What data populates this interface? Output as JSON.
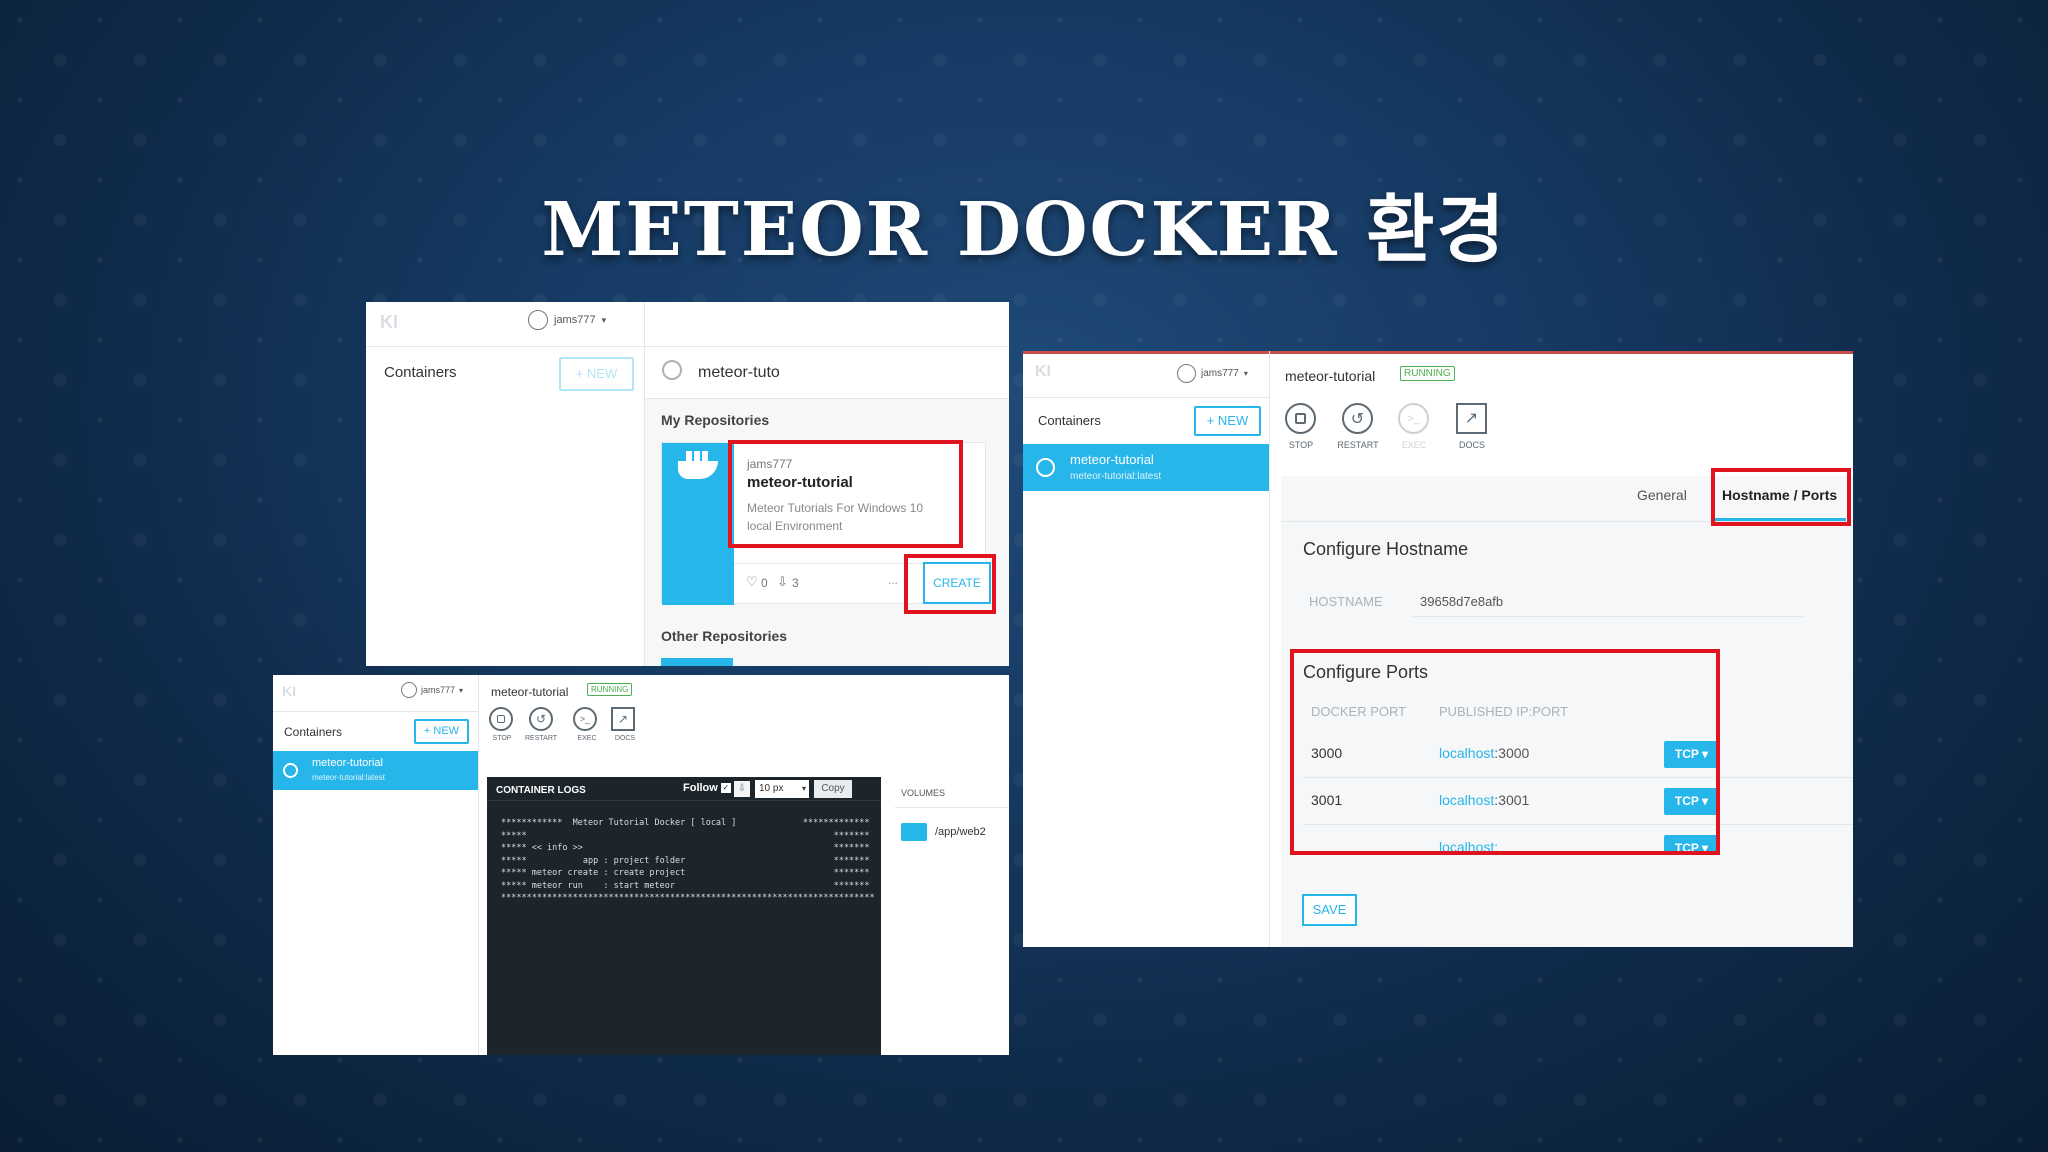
{
  "slide": {
    "title": "METEOR DOCKER 환경"
  },
  "top_left": {
    "logo": "KI",
    "user": "jams777",
    "sidebar_title": "Containers",
    "new_label": "+ NEW",
    "search_value": "meteor-tuto",
    "my_repos": "My Repositories",
    "repo_owner": "jams777",
    "repo_name": "meteor-tutorial",
    "repo_desc_1": "Meteor Tutorials For Windows 10",
    "repo_desc_2": "local Environment",
    "likes": "0",
    "pulls": "3",
    "more": "...",
    "create": "CREATE",
    "other_repos": "Other Repositories"
  },
  "bottom_left": {
    "logo": "KI",
    "user": "jams777",
    "sidebar_title": "Containers",
    "new_label": "+ NEW",
    "container_name": "meteor-tutorial",
    "container_image": "meteor-tutorial:latest",
    "header_name": "meteor-tutorial",
    "status": "RUNNING",
    "toolbar": {
      "stop": "STOP",
      "restart": "RESTART",
      "exec": "EXEC",
      "docs": "DOCS"
    },
    "logs_title": "CONTAINER LOGS",
    "follow": "Follow",
    "font_size": "10 px",
    "copy": "Copy",
    "volumes_title": "VOLUMES",
    "volume_path": "/app/web2",
    "log_lines": [
      "************  Meteor Tutorial Docker [ local ]             *************",
      "*****                                                            *******",
      "***** << info >>                                                 *******",
      "*****           app : project folder                             *******",
      "***** meteor create : create project                             *******",
      "***** meteor run    : start meteor                               *******",
      "*************************************************************************"
    ]
  },
  "right": {
    "logo": "KI",
    "user": "jams777",
    "sidebar_title": "Containers",
    "new_label": "+ NEW",
    "container_name": "meteor-tutorial",
    "container_image": "meteor-tutorial:latest",
    "header_name": "meteor-tutorial",
    "status": "RUNNING",
    "toolbar": {
      "stop": "STOP",
      "restart": "RESTART",
      "exec": "EXEC",
      "docs": "DOCS"
    },
    "tab_general": "General",
    "tab_hostname": "Hostname / Ports",
    "configure_hostname": "Configure Hostname",
    "hostname_label": "HOSTNAME",
    "hostname_value": "39658d7e8afb",
    "configure_ports": "Configure Ports",
    "col_docker_port": "DOCKER PORT",
    "col_published": "PUBLISHED IP:PORT",
    "ports": [
      {
        "docker": "3000",
        "host": "localhost",
        "port": ":3000",
        "proto": "TCP ▾"
      },
      {
        "docker": "3001",
        "host": "localhost",
        "port": ":3001",
        "proto": "TCP ▾"
      },
      {
        "docker": "",
        "host": "localhost:",
        "port": "",
        "proto": "TCP ▾"
      }
    ],
    "save": "SAVE"
  }
}
